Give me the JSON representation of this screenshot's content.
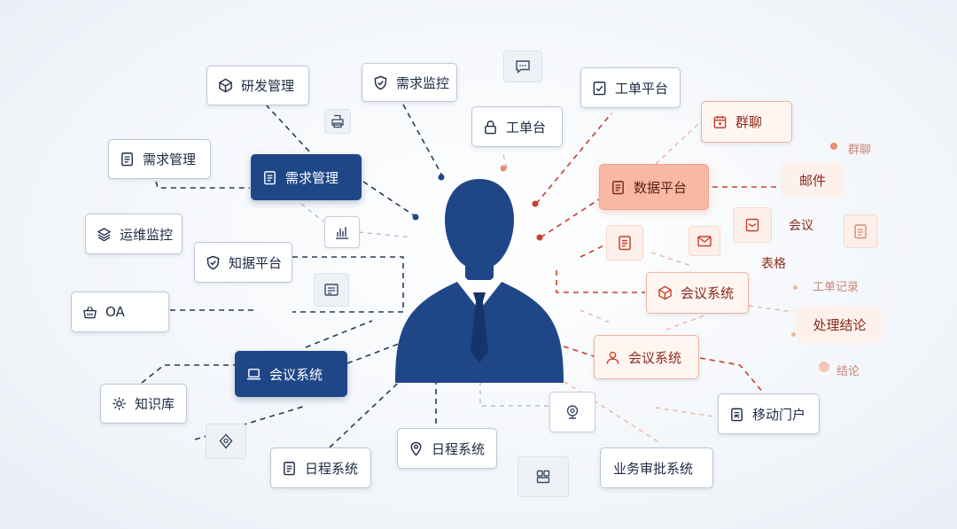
{
  "colors": {
    "navy": "#1f4788",
    "coral": "#e0523a",
    "slate": "#2b3a55"
  },
  "center": {
    "icon": "businessman-silhouette-icon"
  },
  "nodes": {
    "dev_mgmt": {
      "label": "研发管理",
      "icon": "cube-icon"
    },
    "req_monitor": {
      "label": "需求监控",
      "icon": "shield-icon"
    },
    "work_order_platform": {
      "label": "工单平台",
      "icon": "checklist-icon"
    },
    "work_order_desk": {
      "label": "工单台",
      "icon": "lock-icon"
    },
    "req_mgmt_left": {
      "label": "需求管理",
      "icon": "document-icon"
    },
    "req_mgmt_main": {
      "label": "需求管理",
      "icon": "document-icon"
    },
    "ops_monitor": {
      "label": "运维监控",
      "icon": "layers-icon"
    },
    "knowledge_platform": {
      "label": "知据平台",
      "icon": "shield-icon"
    },
    "oa": {
      "label": "OA",
      "icon": "basket-icon"
    },
    "meeting_left": {
      "label": "会议系统",
      "icon": "laptop-icon"
    },
    "knowledge_base": {
      "label": "知识库",
      "icon": "gear-icon"
    },
    "schedule_bottom": {
      "label": "日程系统",
      "icon": "document-icon"
    },
    "schedule_mid": {
      "label": "日程系统",
      "icon": "location-pin-icon"
    },
    "group_chat": {
      "label": "群聊",
      "icon": "calendar-icon"
    },
    "data_platform": {
      "label": "数据平台",
      "icon": "document-icon"
    },
    "email": {
      "label": "邮件"
    },
    "meeting_right": {
      "label": "会议系统",
      "icon": "box-icon"
    },
    "process_conclusion": {
      "label": "处理结论"
    },
    "meeting_person": {
      "label": "会议系统",
      "icon": "user-icon"
    },
    "mobile_portal": {
      "label": "移动门户",
      "icon": "clipboard-icon"
    },
    "biz_approval": {
      "label": "业务审批系统"
    }
  },
  "floating_labels": {
    "group_chat_small": "群聊",
    "meeting": "会议",
    "form": "表格",
    "work_order_record": "工单记录",
    "conclusion": "结论"
  }
}
